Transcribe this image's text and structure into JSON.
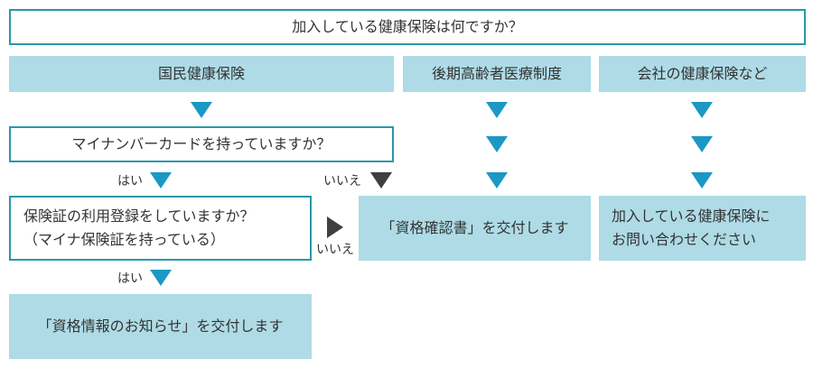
{
  "question_main": "加入している健康保険は何ですか？",
  "categories": {
    "national": "国民健康保険",
    "elderly": "後期高齢者医療制度",
    "company": "会社の健康保険など"
  },
  "question_mynumber": "マイナンバーカードを持っていますか？",
  "question_registration": {
    "line1": "保険証の利用登録をしていますか？",
    "line2": "（マイナ保険証を持っている）"
  },
  "results": {
    "shikaku_tsuchi": "「資格情報のお知らせ」を交付します",
    "shikaku_kakunin": "「資格確認書」を交付します",
    "contact": {
      "line1": "加入している健康保険に",
      "line2": "お問い合わせください"
    }
  },
  "labels": {
    "yes": "はい",
    "no": "いいえ"
  },
  "colors": {
    "accent_border": "#2a98a8",
    "fill": "#aedbe6",
    "arrow_blue": "#1b98c4",
    "arrow_dark": "#3f3f3f"
  }
}
